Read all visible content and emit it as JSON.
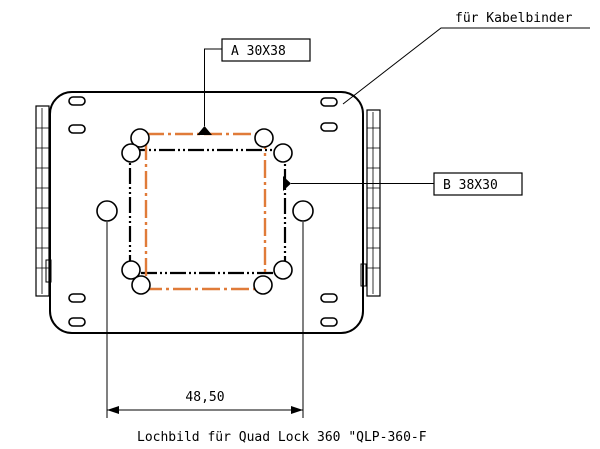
{
  "labels": {
    "cable_tie": "für Kabelbinder",
    "box_a": "A 30X38",
    "box_b": "B 38X30",
    "dimension": "48,50",
    "caption": "Lochbild für Quad Lock 360 \"QLP-360-F"
  },
  "colors": {
    "outline": "#000000",
    "pattern_a": "#e07b39"
  }
}
